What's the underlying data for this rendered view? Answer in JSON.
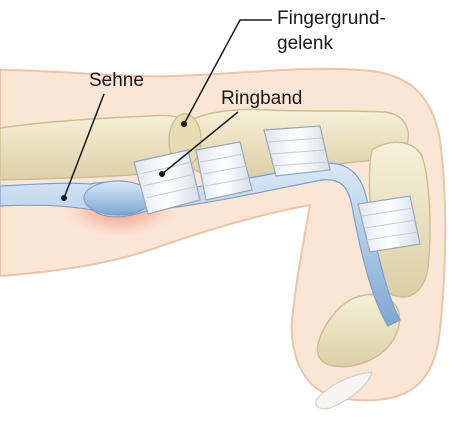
{
  "labels": {
    "sehne": "Sehne",
    "ringband": "Ringband",
    "fingergrundgelenk_line1": "Fingergrund-",
    "fingergrundgelenk_line2": "gelenk"
  },
  "colors": {
    "skin": "#fbe6d6",
    "skin_outline": "#e9b89d",
    "bone": "#efe6c6",
    "bone_shadow": "#d8cca4",
    "tendon": "#a9c7e6",
    "tendon_light": "#d9e8f6",
    "ring_band": "#f4f6f9",
    "inflammation": "#f19a86",
    "nail": "#f7f5f2",
    "leader_line": "#1a1a1a"
  }
}
